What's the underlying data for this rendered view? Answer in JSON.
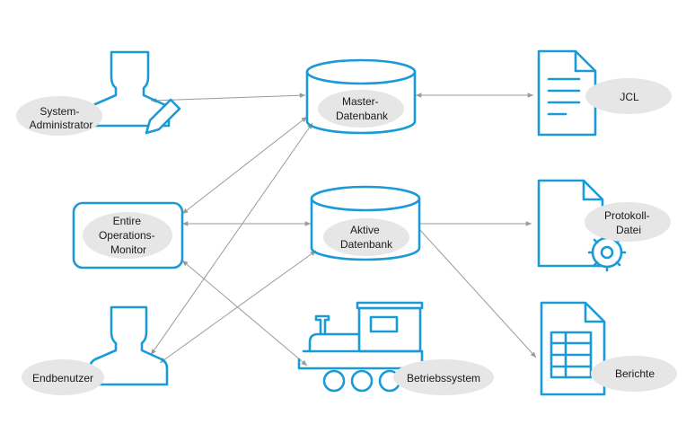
{
  "nodes": {
    "sysadmin": {
      "label_lines": [
        "System-",
        "Administrator"
      ]
    },
    "master_db": {
      "label_lines": [
        "Master-",
        "Datenbank"
      ]
    },
    "jcl": {
      "label_lines": [
        "JCL"
      ]
    },
    "ops_monitor": {
      "label_lines": [
        "Entire",
        "Operations-",
        "Monitor"
      ]
    },
    "active_db": {
      "label_lines": [
        "Aktive",
        "Datenbank"
      ]
    },
    "protocol_file": {
      "label_lines": [
        "Protokoll-",
        "Datei"
      ]
    },
    "enduser": {
      "label_lines": [
        "Endbenutzer"
      ]
    },
    "os": {
      "label_lines": [
        "Betriebssystem"
      ]
    },
    "reports": {
      "label_lines": [
        "Berichte"
      ]
    }
  },
  "colors": {
    "icon": "#1a9bd7",
    "pill": "#e6e6e6",
    "edge": "#9a9a9a"
  }
}
